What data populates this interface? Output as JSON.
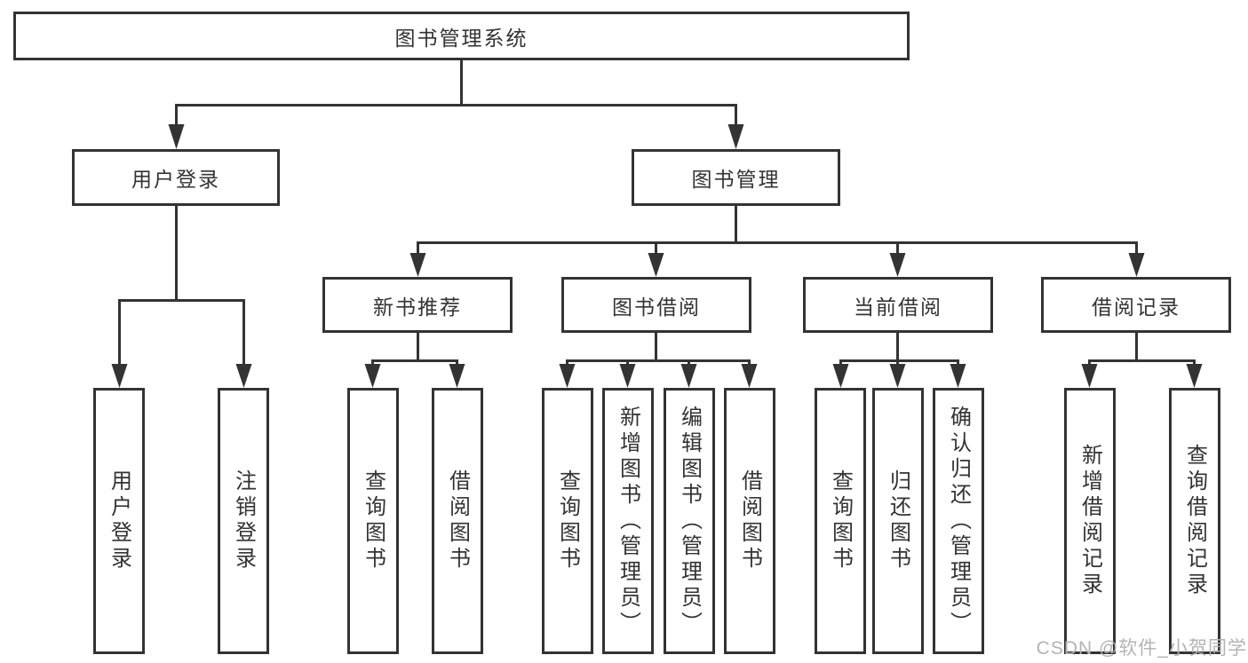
{
  "diagram": {
    "root": {
      "label": "图书管理系统",
      "children": [
        {
          "label": "用户登录",
          "children": [
            {
              "label": "用户登录"
            },
            {
              "label": "注销登录"
            }
          ]
        },
        {
          "label": "图书管理",
          "children": [
            {
              "label": "新书推荐",
              "children": [
                {
                  "label": "查询图书"
                },
                {
                  "label": "借阅图书"
                }
              ]
            },
            {
              "label": "图书借阅",
              "children": [
                {
                  "label": "查询图书"
                },
                {
                  "label": "新增图书（管理员）"
                },
                {
                  "label": "编辑图书（管理员）"
                },
                {
                  "label": "借阅图书"
                }
              ]
            },
            {
              "label": "当前借阅",
              "children": [
                {
                  "label": "查询图书"
                },
                {
                  "label": "归还图书"
                },
                {
                  "label": "确认归还（管理员）"
                }
              ]
            },
            {
              "label": "借阅记录",
              "children": [
                {
                  "label": "新增借阅记录"
                },
                {
                  "label": "查询借阅记录"
                }
              ]
            }
          ]
        }
      ]
    }
  },
  "watermark": {
    "text": "CSDN @软件_小贺同学"
  },
  "colors": {
    "line": "#333333",
    "box_border": "#333333",
    "box_background": "#ffffff",
    "text": "#333333",
    "watermark": "#b3b3b3",
    "background": "#ffffff"
  }
}
